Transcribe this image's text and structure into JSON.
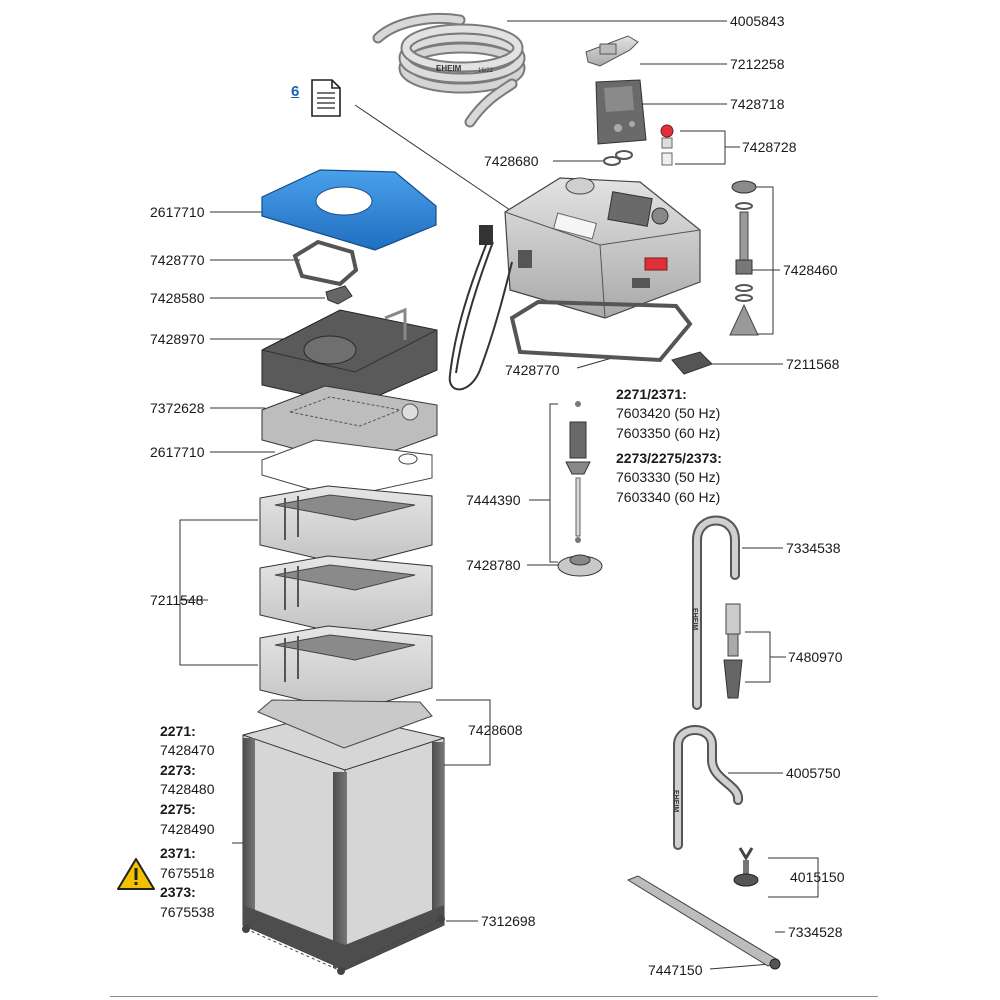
{
  "reference": {
    "number": "6"
  },
  "part_numbers": {
    "hose": "4005843",
    "clip": "7212258",
    "adapter": "7428718",
    "o_ring_set_top": "7428680",
    "valve_parts": "7428728",
    "shaft_assembly": "7428460",
    "small_plate": "7211568",
    "lid_seal_right": "7428770",
    "cover_pad_blue": "2617710",
    "lid_seal_left": "7428770",
    "knob": "7428580",
    "top_tray": "7428970",
    "grid_plate": "7372628",
    "pad_white": "2617710",
    "baskets": "7211548",
    "impeller_pn": "7444390",
    "impeller_cover": "7428780",
    "intake_u": "7334538",
    "intake_strainer": "7480970",
    "outlet_u": "4005750",
    "suction_cup": "4015150",
    "spray_bar": "7334528",
    "end_cap": "7447150",
    "side_clips": "7428608",
    "feet": "7312698"
  },
  "impeller_models": {
    "group1_header": "2271/2371:",
    "group1_lines": [
      "7603420 (50 Hz)",
      "7603350 (60 Hz)"
    ],
    "group2_header": "2273/2275/2373:",
    "group2_lines": [
      "7603330 (50 Hz)",
      "7603340 (60 Hz)"
    ]
  },
  "canister_models": [
    {
      "model": "2271:",
      "part": "7428470"
    },
    {
      "model": "2273:",
      "part": "7428480"
    },
    {
      "model": "2275:",
      "part": "7428490"
    },
    {
      "model": "2371:",
      "part": "7675518"
    },
    {
      "model": "2373:",
      "part": "7675538"
    }
  ],
  "hose_print": {
    "brand": "EHEIM",
    "size": "16/22"
  },
  "pipe_brand": "EHEIM",
  "colors": {
    "cover_pad_blue": "#2f86d8",
    "pump_red": "#e0303a",
    "warning_yellow": "#f2c200",
    "link_blue": "#1f5fb4",
    "part_grey": "#bdbdbd",
    "dark_grey": "#5a5a5a"
  },
  "icons": {
    "reference": "document-icon",
    "warning": "warning-icon"
  }
}
